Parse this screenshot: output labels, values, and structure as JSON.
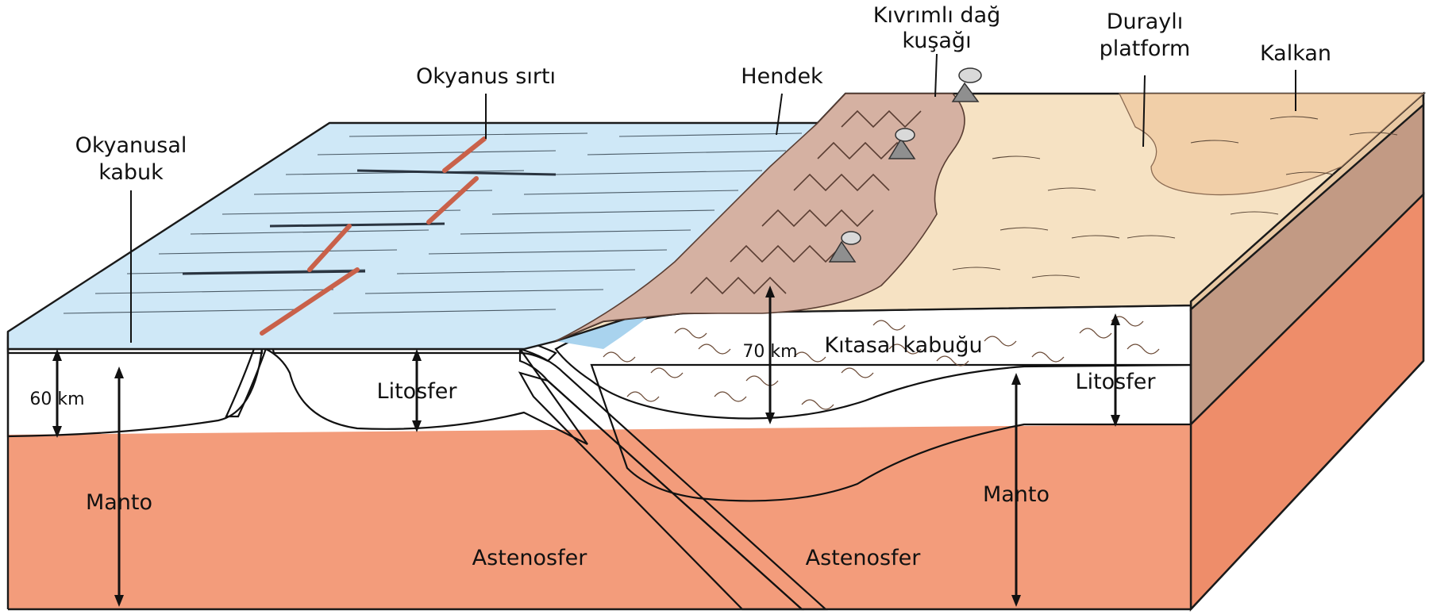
{
  "labels": {
    "oceanic_crust": [
      "Okyanusal",
      "kabuk"
    ],
    "ocean_ridge": "Okyanus sırtı",
    "trench": "Hendek",
    "fold_belt": [
      "Kıvrımlı dağ",
      "kuşağı"
    ],
    "stable_platform": [
      "Duraylı",
      "platform"
    ],
    "shield": "Kalkan",
    "continental_crust": "Kıtasal kabuğu",
    "depth_60": "60 km",
    "depth_70": "70 km",
    "lithosphere_left": "Litosfer",
    "lithosphere_right": "Litosfer",
    "mantle_left": "Manto",
    "mantle_right": "Manto",
    "asthenosphere_left": "Astenosfer",
    "asthenosphere_right": "Astenosfer"
  },
  "colors": {
    "ocean_surface": "#cfe8f7",
    "ocean_deep": "#a9d3ee",
    "oceanic_crust": "#9db58c",
    "lithosphere": "#c49a84",
    "asthenosphere": "#f29a78",
    "mantle_side": "#ee8d6a",
    "continental_crust": "#f3c79e",
    "mountains": "#d5b1a2",
    "platform": "#f6e2c3",
    "shield": "#f1cfa8",
    "ridge_magma": "#d9765a",
    "volcano": "#8f8f8f"
  }
}
